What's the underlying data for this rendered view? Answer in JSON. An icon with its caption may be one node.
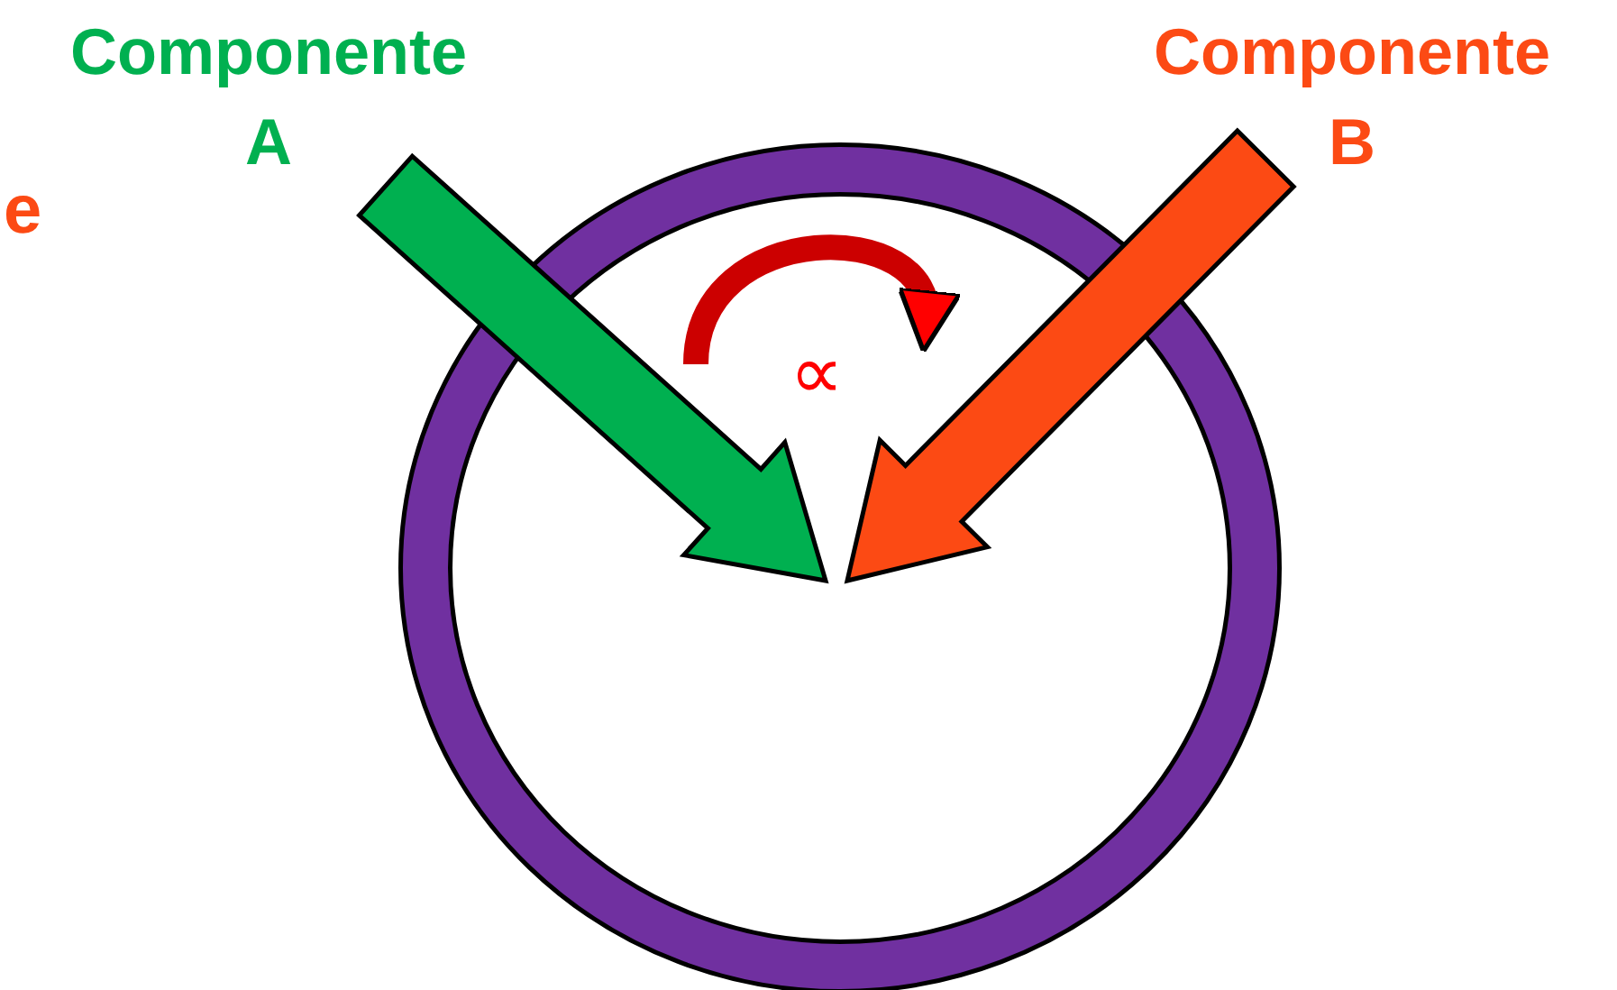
{
  "diagram": {
    "nodes": [
      {
        "text": [
          "Componente A"
        ]
      },
      {
        "text": [
          "Componente B"
        ]
      },
      {
        "text": [],
        "shape": "circle"
      }
    ],
    "edges": [
      {
        "from": 0,
        "to": 2,
        "arrow": "to",
        "style": "thick",
        "color": "#00b050"
      },
      {
        "from": 1,
        "to": 2,
        "arrow": "to",
        "style": "thick",
        "color": "#fc4a14"
      }
    ],
    "labels": [
      "∝",
      "e"
    ]
  }
}
